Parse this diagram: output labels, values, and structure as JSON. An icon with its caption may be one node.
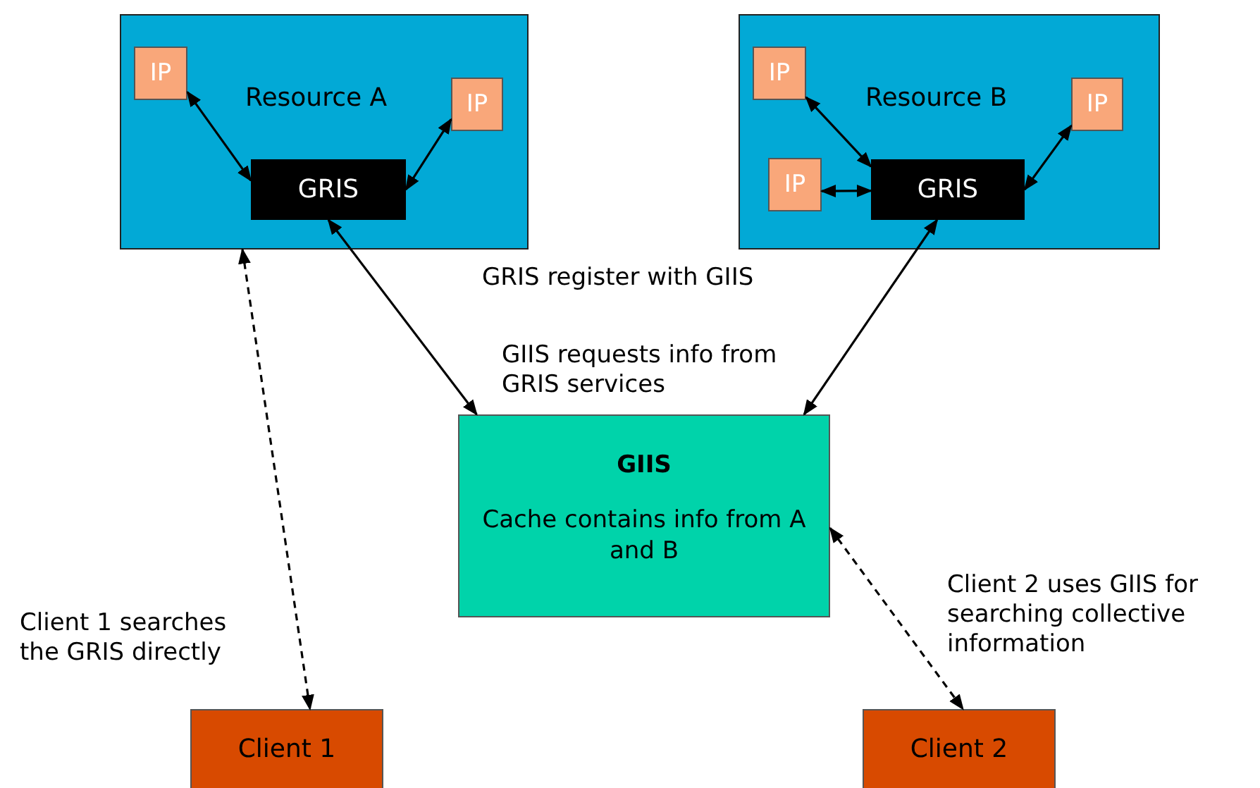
{
  "diagram": {
    "nodes": [
      {
        "text": [
          "Resource A"
        ]
      },
      {
        "text": [
          "IP"
        ],
        "in": 0
      },
      {
        "text": [
          "IP"
        ],
        "in": 0
      },
      {
        "text": [
          "GRIS"
        ],
        "in": 0
      },
      {
        "text": [
          "Resource B"
        ]
      },
      {
        "text": [
          "IP"
        ],
        "in": 4
      },
      {
        "text": [
          "IP"
        ],
        "in": 4
      },
      {
        "text": [
          "IP"
        ],
        "in": 4
      },
      {
        "text": [
          "GRIS"
        ],
        "in": 4
      },
      {
        "text": [
          "GIIS",
          "Cache contains info from A and B"
        ]
      },
      {
        "text": [
          "Client 1"
        ]
      },
      {
        "text": [
          "Client 2"
        ]
      }
    ],
    "edges": [
      {
        "from": 1,
        "to": 3,
        "arrow": "both"
      },
      {
        "from": 2,
        "to": 3,
        "arrow": "both"
      },
      {
        "from": 5,
        "to": 8,
        "arrow": "both"
      },
      {
        "from": 6,
        "to": 8,
        "arrow": "both"
      },
      {
        "from": 7,
        "to": 8,
        "arrow": "both"
      },
      {
        "from": 3,
        "to": 9,
        "arrow": "both"
      },
      {
        "from": 8,
        "to": 9,
        "arrow": "both"
      },
      {
        "from": 0,
        "to": 10,
        "arrow": "both",
        "style": "dashed"
      },
      {
        "from": 9,
        "to": 11,
        "arrow": "both",
        "style": "dashed"
      }
    ],
    "labels": [
      "GRIS register with GIIS",
      "GIIS requests info from GRIS services",
      "Client 1 searches the GRIS directly",
      "Client 2 uses GIIS for searching collective information"
    ]
  }
}
